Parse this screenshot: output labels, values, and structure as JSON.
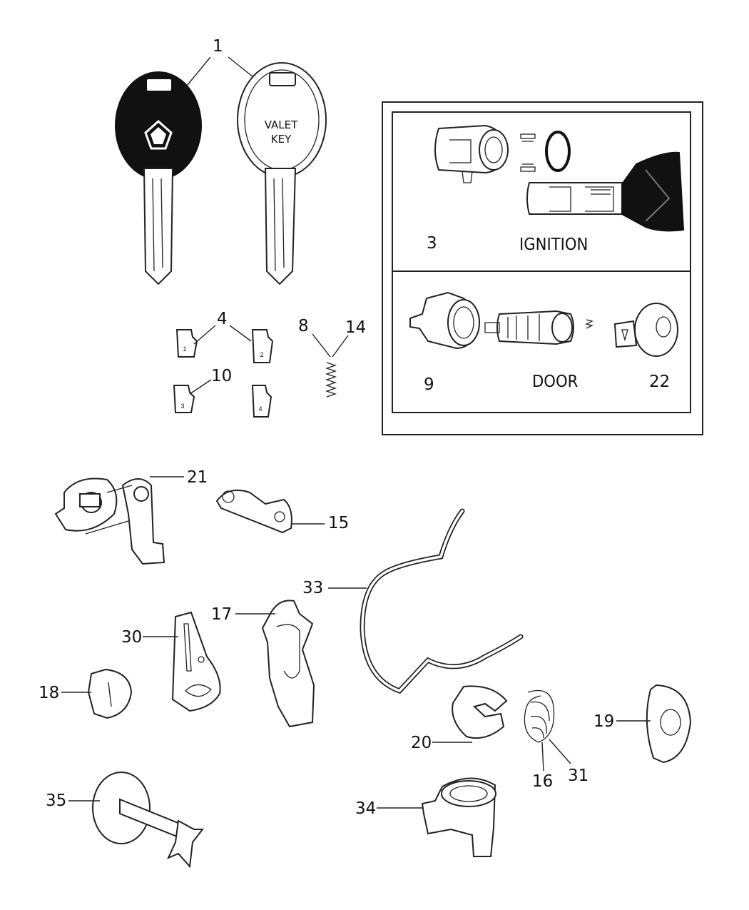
{
  "callouts": {
    "c1": "1",
    "c3": "3",
    "c4": "4",
    "c8": "8",
    "c9": "9",
    "c10": "10",
    "c14": "14",
    "c15": "15",
    "c16": "16",
    "c17": "17",
    "c18": "18",
    "c19": "19",
    "c20": "20",
    "c21": "21",
    "c22": "22",
    "c30": "30",
    "c31": "31",
    "c33": "33",
    "c34": "34",
    "c35": "35"
  },
  "inset": {
    "ignition_label": "IGNITION",
    "door_label": "DOOR"
  },
  "keys": {
    "valet_line1": "VALET",
    "valet_line2": "KEY"
  },
  "tumblers": {
    "t1": "1",
    "t2": "2",
    "t3": "3",
    "t4": "4"
  },
  "icons": [
    "pentastar-logo-icon"
  ],
  "colors": {
    "ink": "#111111",
    "background": "#ffffff"
  }
}
